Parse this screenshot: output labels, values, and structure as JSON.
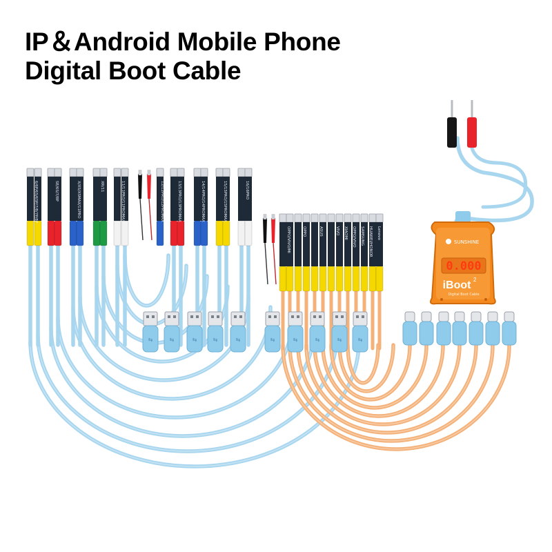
{
  "title": {
    "line1": "IP＆Android Mobile Phone",
    "line2": "Digital Boot Cable"
  },
  "colors": {
    "blue_cable": "#a9d6ef",
    "orange_cable": "#f4b27a",
    "flex_board": "#1e2a38",
    "accent_yellow": "#f5d800",
    "accent_red": "#e8232b",
    "accent_blue": "#2a62c9",
    "accent_green": "#1f9a44",
    "accent_white": "#f2f2f2",
    "device_orange": "#f48a1e",
    "display_red": "#ff5a1a"
  },
  "cables": {
    "left_group_labels": [
      "6/6P/6S/6SP/7/8/7P/8P",
      "SE/6S/7/8P",
      "X/XS/XSMAX/11PRO",
      "XR/11",
      "11/11PRO/11PROMAX",
      "12/12PRO/12PROMAX",
      "13/13PRO/13PROMAX",
      "14/14PRO/14PROMAX",
      "15/15PRO/15PROMAX",
      "16/16PRO"
    ],
    "right_group_labels": [
      "OPPO/VIVO/MI",
      "OPPO",
      "ASUS",
      "VIVO",
      "XIAOMI",
      "OPPO/VIVO",
      "SAMSUNG",
      "HUAWEI/HONOR",
      "Lenovo"
    ]
  },
  "device": {
    "brand": "SUNSHINE",
    "display": "0.000",
    "model": "iBoot",
    "model_superscript": "2",
    "subtitle": "Digital Boot Cable"
  }
}
